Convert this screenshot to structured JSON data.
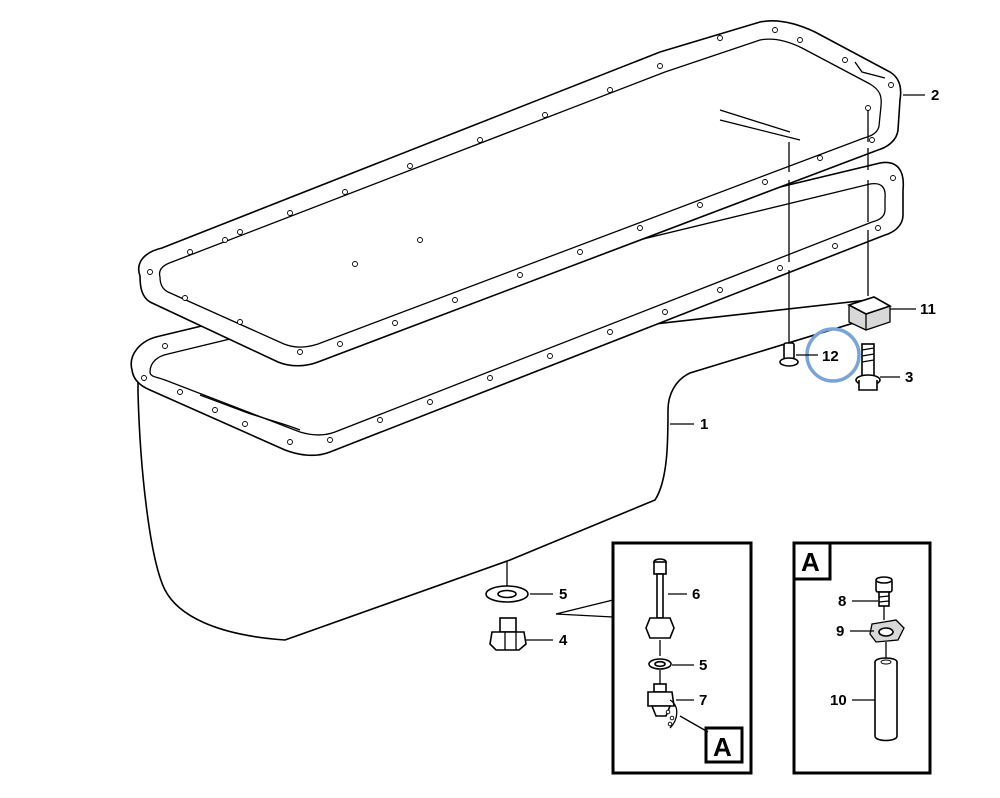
{
  "callouts": {
    "c1": "1",
    "c2": "2",
    "c3": "3",
    "c4": "4",
    "c5a": "5",
    "c6": "6",
    "c5b": "5",
    "c7": "7",
    "c8": "8",
    "c9": "9",
    "c10": "10",
    "c11": "11",
    "c12": "12"
  },
  "detail_ref_label": "A",
  "detail_box_label": "A",
  "highlight_color": "#7aa3d6",
  "line_color": "#000000"
}
